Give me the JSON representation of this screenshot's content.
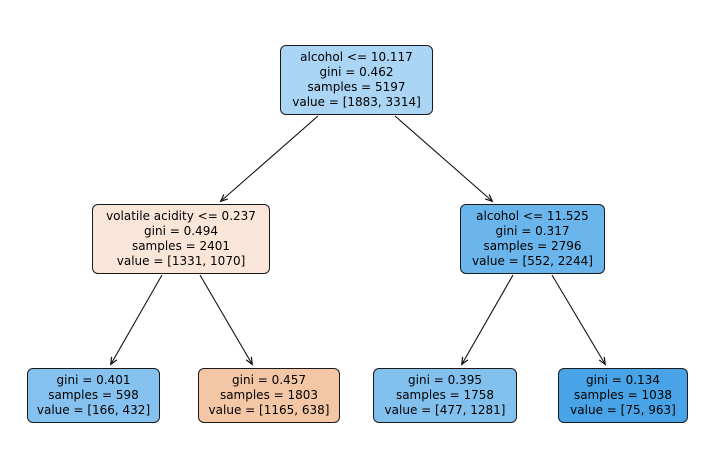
{
  "figure": {
    "type": "decision-tree-plot",
    "background_color": "#ffffff",
    "edge_color": "#111111",
    "node_border_color": "#1a1a1a",
    "text_color": "#000000"
  },
  "tree": {
    "nodes": [
      {
        "name": "root",
        "condition": "alcohol <= 10.117",
        "gini": "gini = 0.462",
        "samples": "samples = 5197",
        "value": "value = [1883, 3314]",
        "fill": "#abd5f4"
      },
      {
        "name": "left-child",
        "condition": "volatile acidity <= 0.237",
        "gini": "gini = 0.494",
        "samples": "samples = 2401",
        "value": "value = [1331, 1070]",
        "fill": "#fae6d8"
      },
      {
        "name": "right-child",
        "condition": "alcohol <= 11.525",
        "gini": "gini = 0.317",
        "samples": "samples = 2796",
        "value": "value = [552, 2244]",
        "fill": "#6ab5eb"
      },
      {
        "name": "leaf-1",
        "gini": "gini = 0.401",
        "samples": "samples = 598",
        "value": "value = [166, 432]",
        "fill": "#85c2ef"
      },
      {
        "name": "leaf-2",
        "gini": "gini = 0.457",
        "samples": "samples = 1803",
        "value": "value = [1165, 638]",
        "fill": "#f3c6a5"
      },
      {
        "name": "leaf-3",
        "gini": "gini = 0.395",
        "samples": "samples = 1758",
        "value": "value = [477, 1281]",
        "fill": "#82c1ee"
      },
      {
        "name": "leaf-4",
        "gini": "gini = 0.134",
        "samples": "samples = 1038",
        "value": "value = [75, 963]",
        "fill": "#48a4e7"
      }
    ],
    "edges": [
      {
        "from": "root",
        "to": "left-child"
      },
      {
        "from": "root",
        "to": "right-child"
      },
      {
        "from": "left-child",
        "to": "leaf-1"
      },
      {
        "from": "left-child",
        "to": "leaf-2"
      },
      {
        "from": "right-child",
        "to": "leaf-3"
      },
      {
        "from": "right-child",
        "to": "leaf-4"
      }
    ]
  }
}
